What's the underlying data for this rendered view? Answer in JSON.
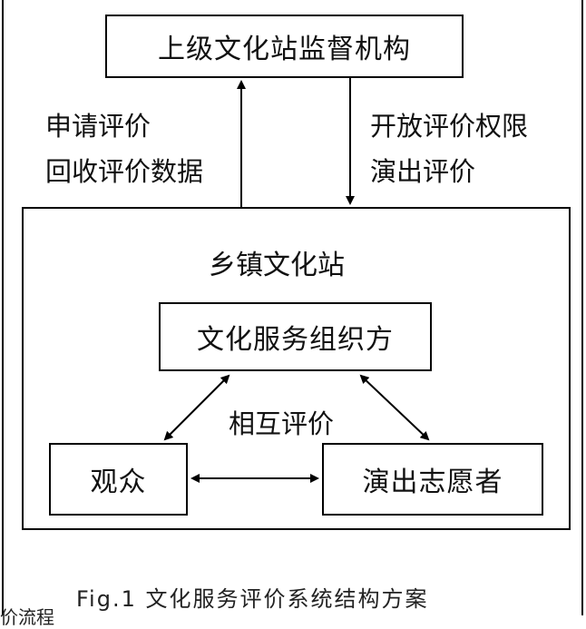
{
  "boxes": {
    "supervisor": "上级文化站监督机构",
    "township_station": "乡镇文化站",
    "organizer": "文化服务组织方",
    "audience": "观众",
    "volunteers": "演出志愿者"
  },
  "labels": {
    "up_line1": "申请评价",
    "up_line2": "回收评价数据",
    "down_line1": "开放评价权限",
    "down_line2": "演出评价",
    "mutual": "相互评价"
  },
  "caption": "Fig.1 文化服务评价系统结构方案",
  "stray_text": "价流程"
}
